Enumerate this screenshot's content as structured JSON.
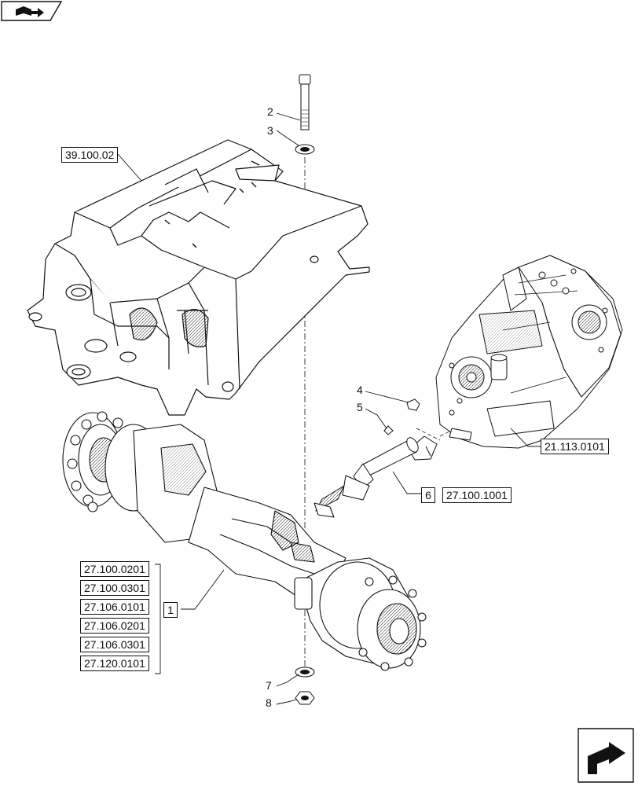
{
  "diagram": {
    "callouts": {
      "frame_ref": "39.100.02",
      "transmission_ref": "21.113.0101",
      "shaft_ref": "27.100.1001",
      "axle_refs": [
        "27.100.0201",
        "27.100.0301",
        "27.106.0101",
        "27.106.0201",
        "27.106.0301",
        "27.120.0101"
      ]
    },
    "items": {
      "bolt": "2",
      "washer_top": "3",
      "clip": "4",
      "screw": "5",
      "shaft": "6",
      "axle": "1",
      "washer_bottom": "7",
      "nut": "8"
    },
    "icons": {
      "top_left": "book-arrow-icon",
      "bottom_right": "next-page-arrow-icon"
    }
  }
}
